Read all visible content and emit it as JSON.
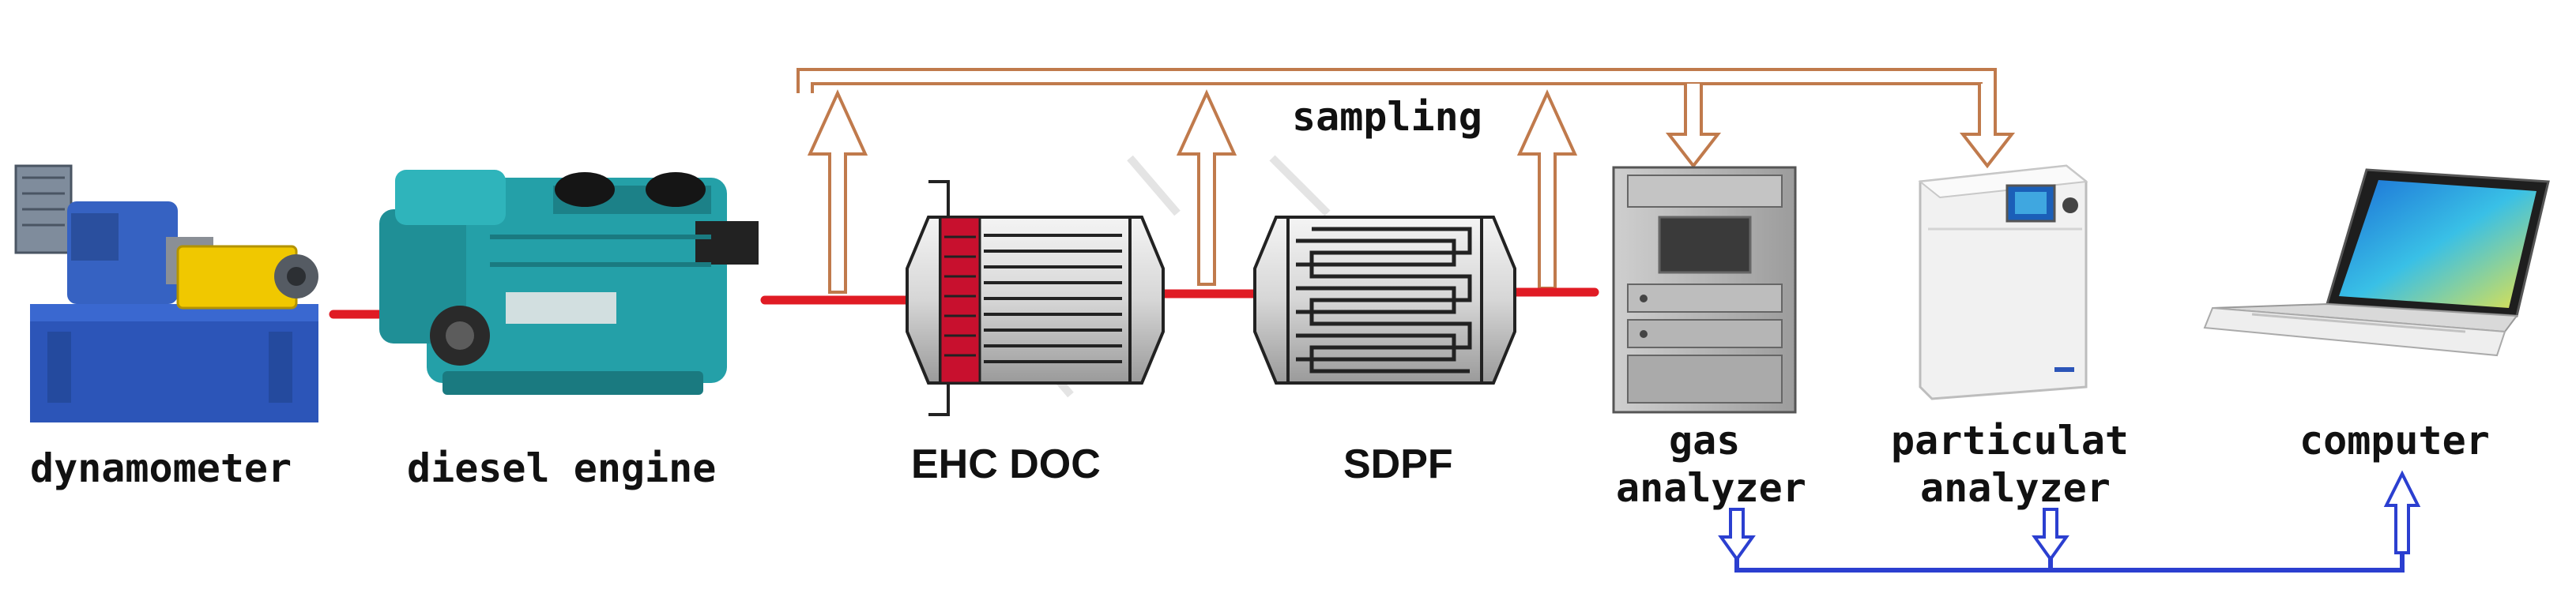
{
  "labels": {
    "dynamometer": "dynamometer",
    "diesel_engine": "diesel engine",
    "ehc_doc": "EHC DOC",
    "sdpf": "SDPF",
    "gas_analyzer_line1": "gas",
    "gas_analyzer_line2": "analyzer",
    "particulate_analyzer_line1": "particulat",
    "particulate_analyzer_line2": "analyzer",
    "computer": "computer",
    "sampling": "sampling"
  },
  "colors": {
    "exhaust_pipe": "#e01b24",
    "sampling_line": "#c07a4c",
    "signal_line": "#2b3fd0",
    "equipment_blue": "#2c55b8",
    "engine_teal": "#24a0a8",
    "heater_red": "#c8102e"
  },
  "icons": {
    "dynamometer": "dynamometer-image",
    "diesel_engine": "diesel-engine-image",
    "ehc_doc": "ehc-doc-schematic",
    "sdpf": "sdpf-schematic",
    "gas_analyzer": "gas-analyzer-image",
    "particulate_analyzer": "particulate-analyzer-image",
    "computer": "laptop-image"
  }
}
